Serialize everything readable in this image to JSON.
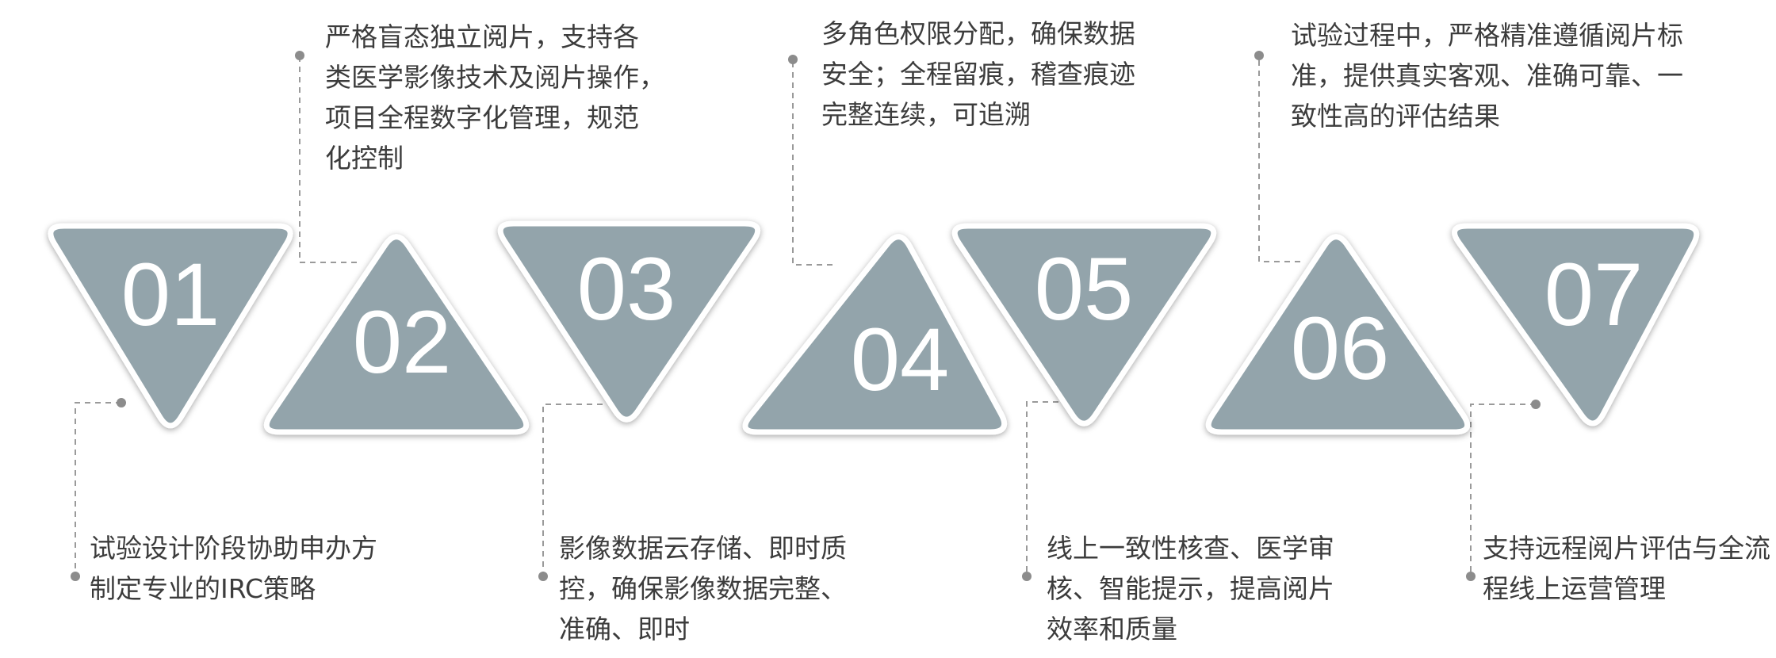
{
  "diagram": {
    "colors": {
      "shape_fill": "#93a4ab",
      "shape_edge": "#ffffff",
      "text": "#3c3c3c",
      "leader": "#9a9a9a"
    },
    "steps": [
      {
        "number": "01",
        "orientation": "down",
        "text_position": "bottom",
        "description": [
          "试验设计阶段协助申办方",
          "制定专业的IRC策略"
        ]
      },
      {
        "number": "02",
        "orientation": "up",
        "text_position": "top",
        "description": [
          "严格盲态独立阅片，支持各",
          "类医学影像技术及阅片操作，",
          "项目全程数字化管理，规范",
          "化控制"
        ]
      },
      {
        "number": "03",
        "orientation": "down",
        "text_position": "bottom",
        "description": [
          "影像数据云存储、即时质",
          "控，确保影像数据完整、",
          "准确、即时"
        ]
      },
      {
        "number": "04",
        "orientation": "up",
        "text_position": "top",
        "description": [
          "多角色权限分配，确保数据",
          "安全；全程留痕，稽查痕迹",
          "完整连续，可追溯"
        ]
      },
      {
        "number": "05",
        "orientation": "down",
        "text_position": "bottom",
        "description": [
          "线上一致性核查、医学审",
          "核、智能提示，提高阅片",
          "效率和质量"
        ]
      },
      {
        "number": "06",
        "orientation": "up",
        "text_position": "top",
        "description": [
          "试验过程中，严格精准遵循阅片标",
          "准，提供真实客观、准确可靠、一",
          "致性高的评估结果"
        ]
      },
      {
        "number": "07",
        "orientation": "down",
        "text_position": "bottom",
        "description": [
          "支持远程阅片评估与全流",
          "程线上运营管理"
        ]
      }
    ]
  }
}
